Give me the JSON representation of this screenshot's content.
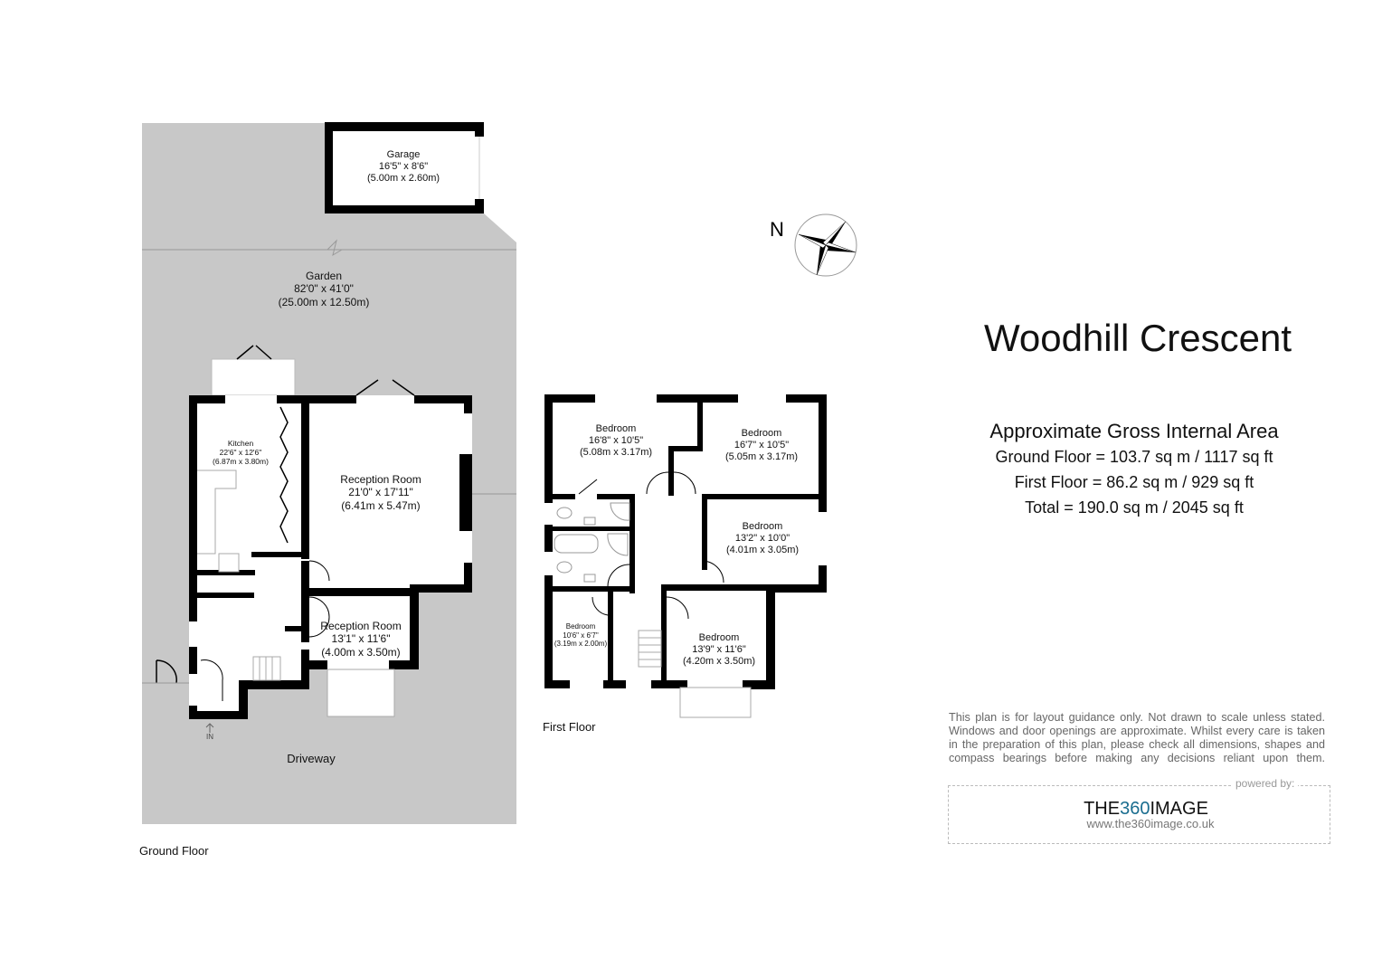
{
  "property": {
    "title": "Woodhill Crescent"
  },
  "areas": {
    "heading": "Approximate Gross Internal Area",
    "ground_floor": "Ground Floor = 103.7 sq m / 1117 sq ft",
    "first_floor": "First Floor = 86.2 sq m / 929 sq ft",
    "total": "Total = 190.0 sq m / 2045 sq ft"
  },
  "compass": {
    "label": "N",
    "icon": "compass-rose-icon"
  },
  "ground_floor": {
    "label": "Ground Floor",
    "entrance_label": "IN",
    "rooms": [
      {
        "name": "Garage",
        "imperial": "16'5\" x 8'6\"",
        "metric": "(5.00m x 2.60m)"
      },
      {
        "name": "Garden",
        "imperial": "82'0\" x 41'0\"",
        "metric": "(25.00m x 12.50m)"
      },
      {
        "name": "Kitchen",
        "imperial": "22'6\" x 12'6\"",
        "metric": "(6.87m x 3.80m)"
      },
      {
        "name": "Reception Room",
        "imperial": "21'0\" x 17'11\"",
        "metric": "(6.41m x 5.47m)"
      },
      {
        "name": "Reception Room",
        "imperial": "13'1\" x 11'6\"",
        "metric": "(4.00m x 3.50m)"
      },
      {
        "name": "Driveway"
      }
    ]
  },
  "first_floor": {
    "label": "First Floor",
    "rooms": [
      {
        "name": "Bedroom",
        "imperial": "16'8\" x 10'5\"",
        "metric": "(5.08m x 3.17m)"
      },
      {
        "name": "Bedroom",
        "imperial": "16'7\" x 10'5\"",
        "metric": "(5.05m x 3.17m)"
      },
      {
        "name": "Bedroom",
        "imperial": "13'2\" x 10'0\"",
        "metric": "(4.01m x 3.05m)"
      },
      {
        "name": "Bedroom",
        "imperial": "10'6\" x 6'7\"",
        "metric": "(3.19m x 2.00m)"
      },
      {
        "name": "Bedroom",
        "imperial": "13'9\" x 11'6\"",
        "metric": "(4.20m x 3.50m)"
      }
    ]
  },
  "disclaimer": [
    "This plan is for layout guidance only. Not drawn to scale unless stated.",
    "Windows and door openings are approximate. Whilst every care is taken",
    "in the preparation of this plan, please check all dimensions, shapes and",
    "compass bearings before making any decisions reliant upon them."
  ],
  "branding": {
    "powered_by": "powered by:",
    "brand_prefix": "THE",
    "brand_accent": "360",
    "brand_suffix": "IMAGE",
    "url": "www.the360image.co.uk",
    "accent_color": "#1a6d8f"
  },
  "colors": {
    "wall": "#000000",
    "outdoor": "#c8c8c8",
    "room_fill": "#ffffff"
  }
}
